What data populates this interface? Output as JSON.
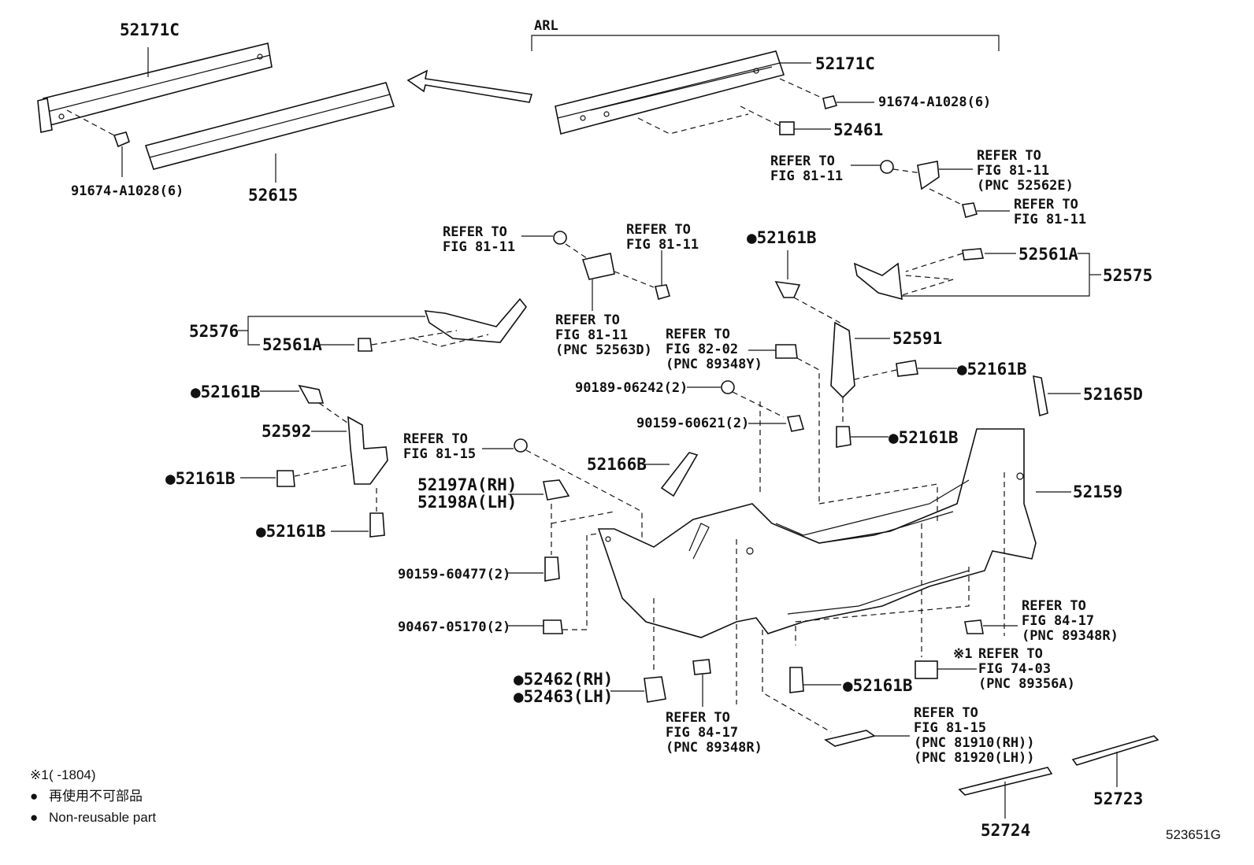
{
  "arl_label": "ARL",
  "figure_code": "523651G",
  "legend": {
    "note1_symbol": "※1",
    "note1_text": "(      -1804)",
    "bullet": "●",
    "jp_text": "再使用不可部品",
    "en_text": "Non-reusable part"
  },
  "labels": {
    "p52171c_left": "52171C",
    "p52171c_right": "52171C",
    "p91674_left": "91674-A1028(6)",
    "p91674_right": "91674-A1028(6)",
    "p52615": "52615",
    "p52461": "52461",
    "p52575": "52575",
    "p52561a_right": "52561A",
    "p52576": "52576",
    "p52561a_left": "52561A",
    "p52161b_1": "●52161B",
    "p52161b_2": "●52161B",
    "p52161b_3": "●52161B",
    "p52161b_4": "●52161B",
    "p52161b_5": "●52161B",
    "p52161b_6": "●52161B",
    "p52161b_7": "●52161B",
    "p52591": "52591",
    "p52592": "52592",
    "p52165d": "52165D",
    "p52159": "52159",
    "p52166b": "52166B",
    "p90189": "90189-06242(2)",
    "p90159_a": "90159-60621(2)",
    "p90159_b": "90159-60477(2)",
    "p90467": "90467-05170(2)",
    "p52197a": "52197A(RH)",
    "p52198a": "52198A(LH)",
    "p52462": "●52462(RH)",
    "p52463": "●52463(LH)",
    "p52723": "52723",
    "p52724": "52724",
    "note_x1": "※1"
  },
  "refs": {
    "r1": [
      "REFER TO",
      "FIG 81-11"
    ],
    "r2": [
      "REFER TO",
      "FIG 81-11",
      "(PNC 52562E)"
    ],
    "r3": [
      "REFER TO",
      "FIG 81-11"
    ],
    "r4": [
      "REFER TO",
      "FIG 81-11"
    ],
    "r5": [
      "REFER TO",
      "FIG 81-11"
    ],
    "r6": [
      "REFER TO",
      "FIG 81-11",
      "(PNC 52563D)"
    ],
    "r7": [
      "REFER TO",
      "FIG 82-02",
      "(PNC 89348Y)"
    ],
    "r8": [
      "REFER TO",
      "FIG 81-15"
    ],
    "r9": [
      "REFER TO",
      "FIG 84-17",
      "(PNC 89348R)"
    ],
    "r10": [
      "REFER TO",
      "FIG 74-03",
      "(PNC 89356A)"
    ],
    "r11": [
      "REFER TO",
      "FIG 84-17",
      "(PNC 89348R)"
    ],
    "r12": [
      "REFER TO",
      "FIG 81-15",
      "(PNC 81910(RH))",
      "(PNC 81920(LH))"
    ]
  }
}
